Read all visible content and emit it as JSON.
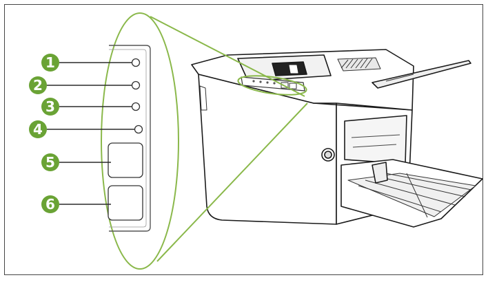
{
  "callouts": [
    {
      "number": "1",
      "target": "indicator-light-1"
    },
    {
      "number": "2",
      "target": "indicator-light-2"
    },
    {
      "number": "3",
      "target": "indicator-light-3"
    },
    {
      "number": "4",
      "target": "indicator-light-4"
    },
    {
      "number": "5",
      "target": "control-button-upper"
    },
    {
      "number": "6",
      "target": "control-button-lower"
    }
  ],
  "colors": {
    "callout_green": "#6aa335",
    "magnifier_green": "#8ab84a",
    "panel_border": "#555555",
    "printer_outline": "#1a1a1a"
  }
}
